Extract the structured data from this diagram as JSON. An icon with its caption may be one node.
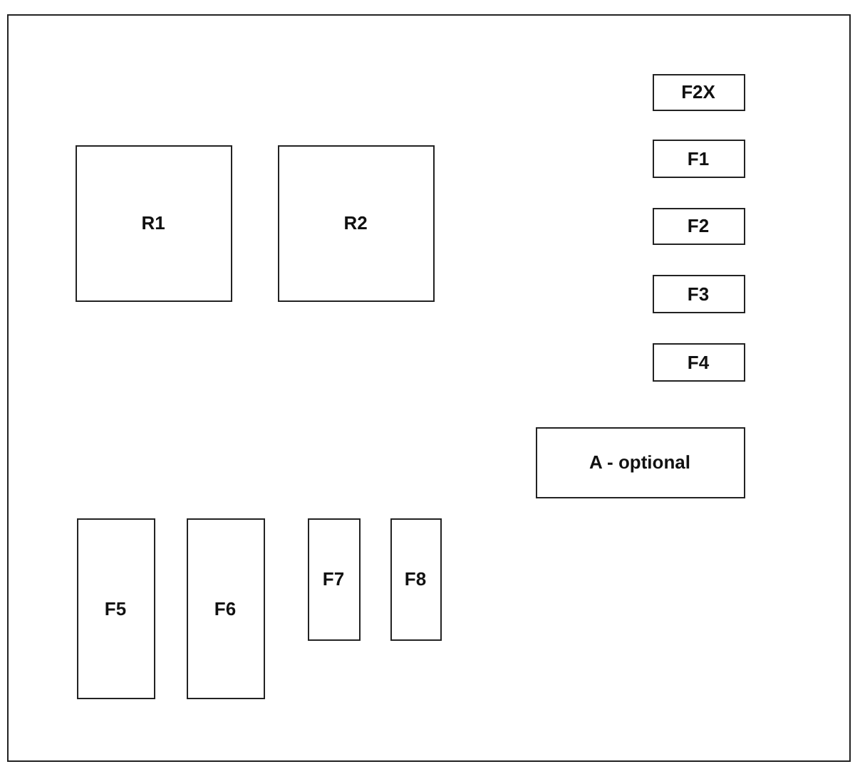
{
  "diagram": {
    "nodes": [
      {
        "text": [],
        "shape": "box"
      },
      {
        "text": [
          "F2X"
        ],
        "in": 0
      },
      {
        "text": [
          "R1"
        ],
        "in": 0
      },
      {
        "text": [
          "R2"
        ],
        "in": 0
      },
      {
        "text": [
          "F1"
        ],
        "in": 0
      },
      {
        "text": [
          "F2"
        ],
        "in": 0
      },
      {
        "text": [
          "F3"
        ],
        "in": 0
      },
      {
        "text": [
          "F4"
        ],
        "in": 0
      },
      {
        "text": [
          "A - optional"
        ],
        "in": 0
      },
      {
        "text": [
          "F5"
        ],
        "in": 0
      },
      {
        "text": [
          "F6"
        ],
        "in": 0
      },
      {
        "text": [
          "F7"
        ],
        "in": 0
      },
      {
        "text": [
          "F8"
        ],
        "in": 0
      }
    ]
  }
}
